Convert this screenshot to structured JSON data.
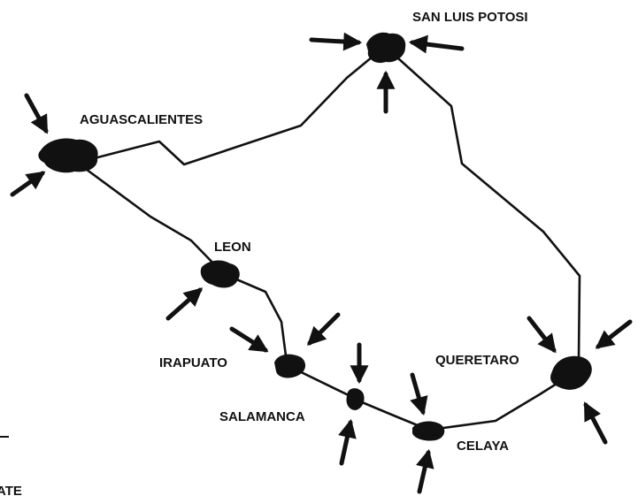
{
  "map": {
    "cities": [
      {
        "id": "san-luis-potosi",
        "label": "SAN LUIS POTOSI"
      },
      {
        "id": "aguascalientes",
        "label": "AGUASCALIENTES"
      },
      {
        "id": "leon",
        "label": "LEON"
      },
      {
        "id": "irapuato",
        "label": "IRAPUATO"
      },
      {
        "id": "salamanca",
        "label": "SALAMANCA"
      },
      {
        "id": "celaya",
        "label": "CELAYA"
      },
      {
        "id": "queretaro",
        "label": "QUERETARO"
      }
    ],
    "corner_fragment": "ATE",
    "colors": {
      "ink": "#111111",
      "background": "#ffffff"
    }
  }
}
